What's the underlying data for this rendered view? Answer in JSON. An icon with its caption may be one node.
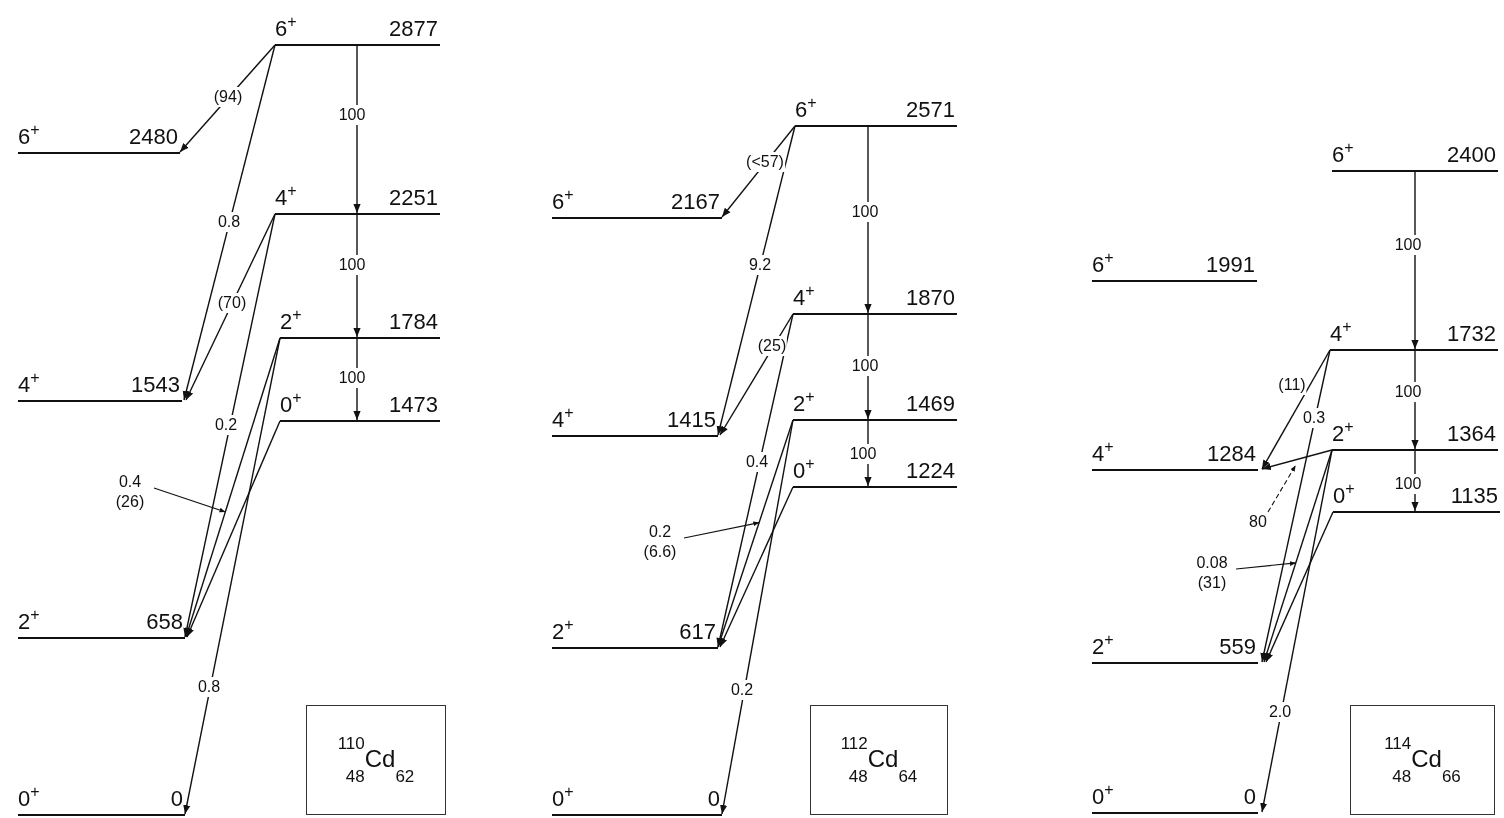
{
  "diagram": {
    "nodes": [
      {
        "text": [
          "6$^{+}$",
          "2877"
        ]
      },
      {
        "text": [
          "6$^{+}$",
          "2480"
        ]
      },
      {
        "text": [
          "4$^{+}$",
          "2251"
        ]
      },
      {
        "text": [
          "2$^{+}$",
          "1784"
        ]
      },
      {
        "text": [
          "4$^{+}$",
          "1543"
        ]
      },
      {
        "text": [
          "0$^{+}$",
          "1473"
        ]
      },
      {
        "text": [
          "2$^{+}$",
          "658"
        ]
      },
      {
        "text": [
          "0$^{+}$",
          "0"
        ]
      },
      {
        "text": [
          "$^{110}$$_{48}$Cd$_{62}$"
        ]
      },
      {
        "text": [
          "6$^{+}$",
          "2571"
        ]
      },
      {
        "text": [
          "6$^{+}$",
          "2167"
        ]
      },
      {
        "text": [
          "4$^{+}$",
          "1870"
        ]
      },
      {
        "text": [
          "2$^{+}$",
          "1469"
        ]
      },
      {
        "text": [
          "4$^{+}$",
          "1415"
        ]
      },
      {
        "text": [
          "0$^{+}$",
          "1224"
        ]
      },
      {
        "text": [
          "2$^{+}$",
          "617"
        ]
      },
      {
        "text": [
          "0$^{+}$",
          "0"
        ]
      },
      {
        "text": [
          "$^{112}$$_{48}$Cd$_{64}$"
        ]
      },
      {
        "text": [
          "6$^{+}$",
          "2400"
        ]
      },
      {
        "text": [
          "6$^{+}$",
          "1991"
        ]
      },
      {
        "text": [
          "4$^{+}$",
          "1732"
        ]
      },
      {
        "text": [
          "2$^{+}$",
          "1364"
        ]
      },
      {
        "text": [
          "4$^{+}$",
          "1284"
        ]
      },
      {
        "text": [
          "0$^{+}$",
          "1135"
        ]
      },
      {
        "text": [
          "2$^{+}$",
          "559"
        ]
      },
      {
        "text": [
          "0$^{+}$",
          "0"
        ]
      },
      {
        "text": [
          "$^{114}$$_{48}$Cd$_{66}$"
        ]
      }
    ],
    "edges": [
      {
        "from": 0,
        "to": 2,
        "arrow": "to",
        "label": "100"
      },
      {
        "from": 2,
        "to": 3,
        "arrow": "to",
        "label": "100"
      },
      {
        "from": 3,
        "to": 5,
        "arrow": "to",
        "label": "100"
      },
      {
        "from": 0,
        "to": 1,
        "arrow": "to",
        "label": "(94)"
      },
      {
        "from": 0,
        "to": 4,
        "arrow": "to",
        "label": "0.8"
      },
      {
        "from": 2,
        "to": 4,
        "arrow": "to",
        "label": "(70)"
      },
      {
        "from": 2,
        "to": 6,
        "arrow": "to",
        "label": "0.2"
      },
      {
        "from": 3,
        "to": 6,
        "arrow": "to",
        "label": "0.4 (26)"
      },
      {
        "from": 5,
        "to": 6,
        "arrow": "to"
      },
      {
        "from": 3,
        "to": 7,
        "arrow": "to",
        "label": "0.8"
      },
      {
        "from": 9,
        "to": 11,
        "arrow": "to",
        "label": "100"
      },
      {
        "from": 11,
        "to": 12,
        "arrow": "to",
        "label": "100"
      },
      {
        "from": 12,
        "to": 14,
        "arrow": "to",
        "label": "100"
      },
      {
        "from": 9,
        "to": 10,
        "arrow": "to",
        "label": "(<57)"
      },
      {
        "from": 9,
        "to": 13,
        "arrow": "to",
        "label": "9.2"
      },
      {
        "from": 11,
        "to": 13,
        "arrow": "to",
        "label": "(25)"
      },
      {
        "from": 11,
        "to": 15,
        "arrow": "to",
        "label": "0.4"
      },
      {
        "from": 12,
        "to": 15,
        "arrow": "to",
        "label": "0.2 (6.6)"
      },
      {
        "from": 14,
        "to": 15,
        "arrow": "to"
      },
      {
        "from": 12,
        "to": 16,
        "arrow": "to",
        "label": "0.2"
      },
      {
        "from": 18,
        "to": 20,
        "arrow": "to",
        "label": "100"
      },
      {
        "from": 20,
        "to": 21,
        "arrow": "to",
        "label": "100"
      },
      {
        "from": 21,
        "to": 23,
        "arrow": "to",
        "label": "100"
      },
      {
        "from": 20,
        "to": 22,
        "arrow": "to",
        "label": "(11)"
      },
      {
        "from": 21,
        "to": 22,
        "arrow": "to",
        "label": "80"
      },
      {
        "from": 20,
        "to": 24,
        "arrow": "to",
        "label": "0.3"
      },
      {
        "from": 21,
        "to": 24,
        "arrow": "to",
        "label": "0.08 (31)"
      },
      {
        "from": 23,
        "to": 24,
        "arrow": "to"
      },
      {
        "from": 21,
        "to": 25,
        "arrow": "to",
        "label": "2.0"
      }
    ]
  }
}
